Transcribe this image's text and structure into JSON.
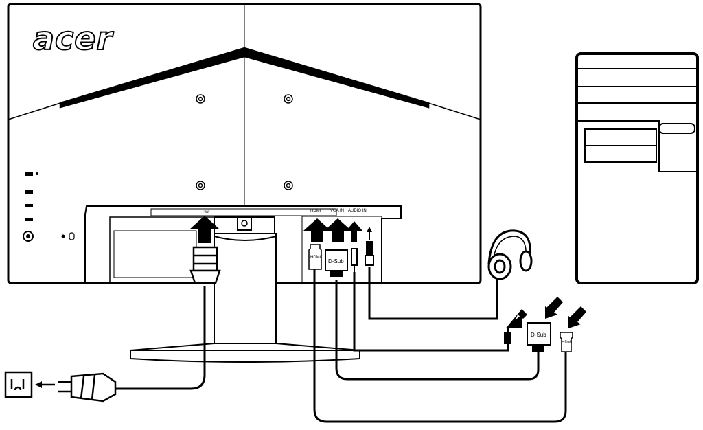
{
  "monitor": {
    "brand": "acer",
    "port_labels": {
      "power": "Pwr",
      "hdmi": "HDMI",
      "vga": "VGA IN",
      "audio": "AUDIO IN"
    }
  },
  "cables": {
    "hdmi_plug_label": "HDMI",
    "dsub_plug_label": "D-Sub"
  },
  "colors": {
    "line": "#000000",
    "background": "#ffffff",
    "panel": "#ffffff"
  },
  "icons": [
    "acer-logo",
    "power-outlet-icon",
    "power-plug-icon",
    "headphones-icon",
    "arrow-up-icon",
    "arrow-down-icon",
    "hdmi-plug-icon",
    "dsub-plug-icon",
    "audio-jack-icon",
    "pc-tower-icon"
  ]
}
